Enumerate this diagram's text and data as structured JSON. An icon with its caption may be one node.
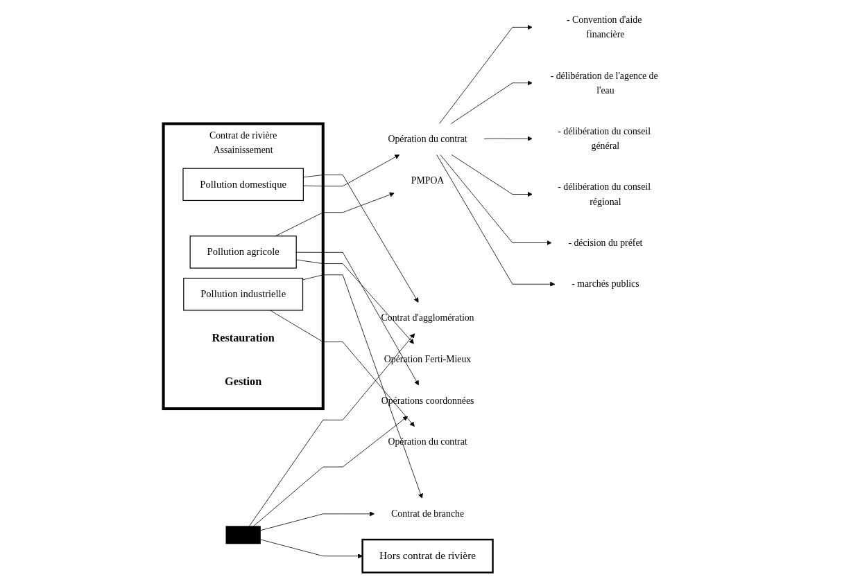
{
  "diagram": {
    "nodes": [
      {
        "text": [
          "Contrat de rivière",
          "Assainissement"
        ]
      },
      {
        "text": [
          "Pollution domestique"
        ],
        "in": 0
      },
      {
        "text": [
          "Pollution agricole"
        ],
        "in": 0
      },
      {
        "text": [
          "Pollution industrielle"
        ],
        "in": 0
      },
      {
        "text": [
          "Restauration"
        ],
        "in": 0
      },
      {
        "text": [
          "Gestion"
        ],
        "in": 0
      },
      {
        "text": [
          "Contrat d'agglomération"
        ]
      },
      {
        "text": [
          "Opération du contrat"
        ]
      },
      {
        "text": [
          "PMPOA"
        ]
      },
      {
        "text": [
          "Opérations coordonnées"
        ]
      },
      {
        "text": [
          "Opération Ferti-Mieux"
        ]
      },
      {
        "text": [
          "Contrat de branche"
        ]
      },
      {
        "text": [
          "Opération du contrat"
        ]
      },
      {
        "text": [
          "- Convention d'aide financière"
        ]
      },
      {
        "text": [
          "- délibération de l'agence de l'eau"
        ]
      },
      {
        "text": [
          "- délibération du conseil général"
        ]
      },
      {
        "text": [
          "- délibération du conseil régional"
        ]
      },
      {
        "text": [
          "- décision du préfet"
        ]
      },
      {
        "text": [
          "- marchés publics"
        ]
      },
      {
        "text": [
          "Hors contrat de rivière"
        ]
      },
      {
        "text": [],
        "shape": "bar"
      }
    ],
    "edges": [
      {
        "from": 1,
        "to": 6,
        "arrow": "to"
      },
      {
        "from": 1,
        "to": 7,
        "arrow": "to"
      },
      {
        "from": 2,
        "to": 8,
        "arrow": "to"
      },
      {
        "from": 2,
        "to": 9,
        "arrow": "to"
      },
      {
        "from": 2,
        "to": 10,
        "arrow": "to"
      },
      {
        "from": 3,
        "to": 11,
        "arrow": "to"
      },
      {
        "from": 3,
        "to": 12,
        "arrow": "to"
      },
      {
        "from": 7,
        "to": 13,
        "arrow": "to"
      },
      {
        "from": 7,
        "to": 14,
        "arrow": "to"
      },
      {
        "from": 7,
        "to": 15,
        "arrow": "to"
      },
      {
        "from": 7,
        "to": 16,
        "arrow": "to"
      },
      {
        "from": 7,
        "to": 17,
        "arrow": "to"
      },
      {
        "from": 7,
        "to": 18,
        "arrow": "to"
      },
      {
        "from": 20,
        "to": 6,
        "arrow": "to"
      },
      {
        "from": 20,
        "to": 9,
        "arrow": "to"
      },
      {
        "from": 20,
        "to": 11,
        "arrow": "to"
      },
      {
        "from": 20,
        "to": 19,
        "arrow": "to"
      }
    ]
  }
}
